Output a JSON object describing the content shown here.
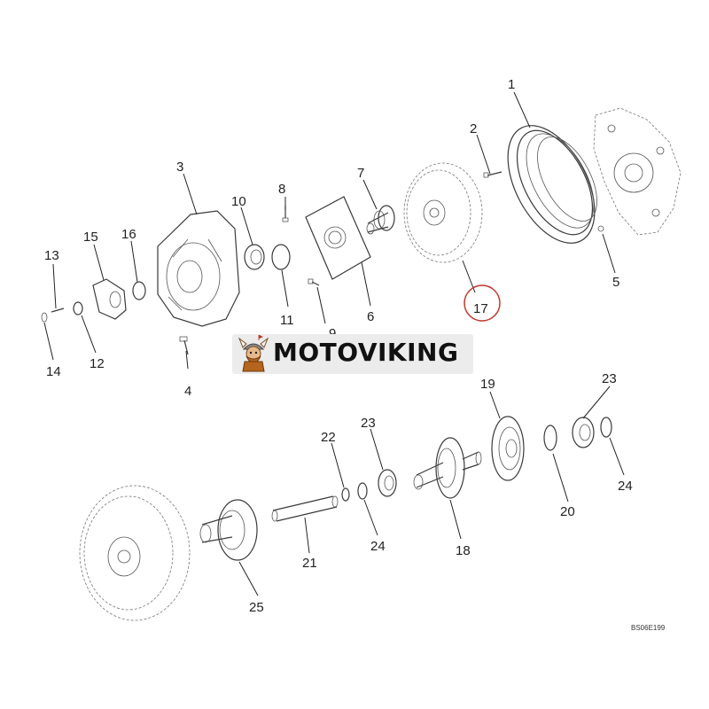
{
  "diagram": {
    "callouts": [
      {
        "id": "c1",
        "label": "1"
      },
      {
        "id": "c2",
        "label": "2"
      },
      {
        "id": "c3",
        "label": "3"
      },
      {
        "id": "c4",
        "label": "4"
      },
      {
        "id": "c5",
        "label": "5"
      },
      {
        "id": "c6",
        "label": "6"
      },
      {
        "id": "c7",
        "label": "7"
      },
      {
        "id": "c8",
        "label": "8"
      },
      {
        "id": "c9",
        "label": "9"
      },
      {
        "id": "c10",
        "label": "10"
      },
      {
        "id": "c11",
        "label": "11"
      },
      {
        "id": "c12",
        "label": "12"
      },
      {
        "id": "c13",
        "label": "13"
      },
      {
        "id": "c14",
        "label": "14"
      },
      {
        "id": "c15",
        "label": "15"
      },
      {
        "id": "c16",
        "label": "16"
      },
      {
        "id": "c17",
        "label": "17",
        "highlighted": true
      },
      {
        "id": "c18",
        "label": "18"
      },
      {
        "id": "c19",
        "label": "19"
      },
      {
        "id": "c20",
        "label": "20"
      },
      {
        "id": "c21",
        "label": "21"
      },
      {
        "id": "c22",
        "label": "22"
      },
      {
        "id": "c23a",
        "label": "23"
      },
      {
        "id": "c23b",
        "label": "23"
      },
      {
        "id": "c24a",
        "label": "24"
      },
      {
        "id": "c24b",
        "label": "24"
      },
      {
        "id": "c25",
        "label": "25"
      }
    ],
    "reference_code": "BS06E199",
    "highlight_color": "#c0392b"
  },
  "watermark": {
    "text": "MOTOVIKING",
    "mascot_icon": "viking-mascot-icon"
  }
}
